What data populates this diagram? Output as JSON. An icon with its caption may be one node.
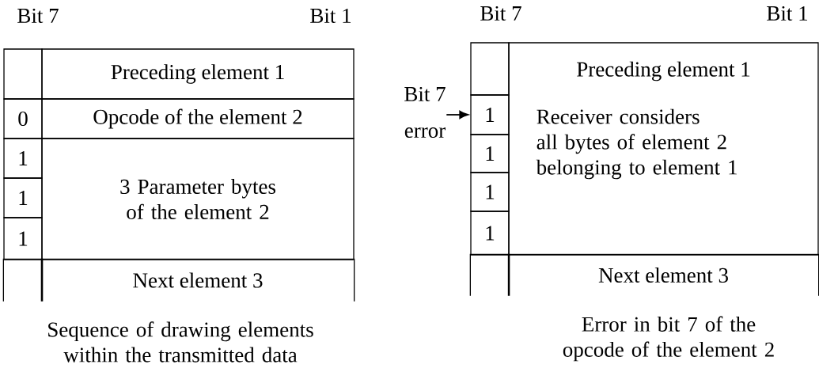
{
  "diagram": {
    "nodes": [
      {
        "text": [],
        "shape": "box"
      },
      {
        "text": [
          "Preceding element 1"
        ]
      },
      {
        "text": [
          "0"
        ]
      },
      {
        "text": [
          "Opcode of the element 2"
        ]
      },
      {
        "text": [
          "1"
        ]
      },
      {
        "text": [
          "1"
        ]
      },
      {
        "text": [
          "1"
        ]
      },
      {
        "text": [
          "3 Parameter bytes of the element 2"
        ]
      },
      {
        "text": [],
        "shape": "box"
      },
      {
        "text": [
          "Next element 3"
        ]
      },
      {
        "text": [],
        "shape": "box"
      },
      {
        "text": [
          "Preceding element 1",
          "Receiver considers all bytes of element 2 belonging to element 1"
        ]
      },
      {
        "text": [
          "Bit 7",
          "error"
        ]
      },
      {
        "text": [
          "1"
        ]
      },
      {
        "text": [
          "1"
        ]
      },
      {
        "text": [
          "1"
        ]
      },
      {
        "text": [
          "1"
        ]
      },
      {
        "text": [],
        "shape": "box"
      },
      {
        "text": [
          "Next element 3"
        ]
      }
    ],
    "edges": [
      {
        "from": 12,
        "to": 13,
        "arrow": "to"
      }
    ],
    "labels": [
      "Bit 7",
      "Bit 1",
      "Bit 7",
      "Bit 1",
      "Sequence of drawing elements within the transmitted data",
      "Error in bit 7 of the opcode of the element 2"
    ]
  }
}
